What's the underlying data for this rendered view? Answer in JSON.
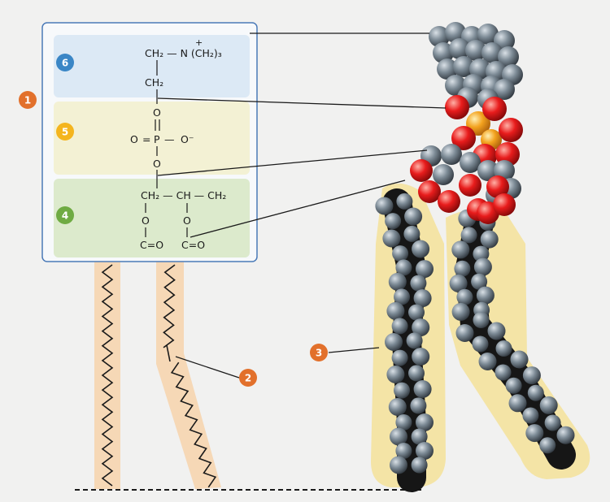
{
  "colors": {
    "background": "#f1f1f0",
    "panel_border": "#4a7ab8",
    "choline_fill": "#dce9f5",
    "phosphate_fill": "#f3f1d4",
    "glycerol_fill": "#dceacc",
    "tail_band": "#f6d8b6",
    "tail_line": "#1a1a1a",
    "label_orange": "#e2702b",
    "label_yellow": "#f4b51e",
    "label_green": "#6fab43",
    "label_blue": "#3a86c6",
    "carbon_atom": "#7b8a95",
    "oxygen_atom": "#e81c1c",
    "phosphorus_atom": "#f3a21e",
    "tail_halo": "#f6d86a"
  },
  "labels": {
    "l1": "1",
    "l2": "2",
    "l3": "3",
    "l4": "4",
    "l5": "5",
    "l6": "6"
  },
  "formula": {
    "choline_line": "CH₂ — N (CH₂)₃",
    "n_charge": "+",
    "choline_ch2": "CH₂",
    "phos_o_top": "O",
    "phos_double_bond_top": "=",
    "phos_o_eq": "O",
    "phos_eq": "=",
    "phos_p": "P",
    "phos_dash": "—",
    "phos_o_minus": "O⁻",
    "phos_o_bottom": "O",
    "glycerol_line": "CH₂ — CH — CH₂",
    "ester_o_left": "O",
    "ester_o_right": "O",
    "carbonyl_left": "C=O",
    "carbonyl_right": "C=O"
  }
}
